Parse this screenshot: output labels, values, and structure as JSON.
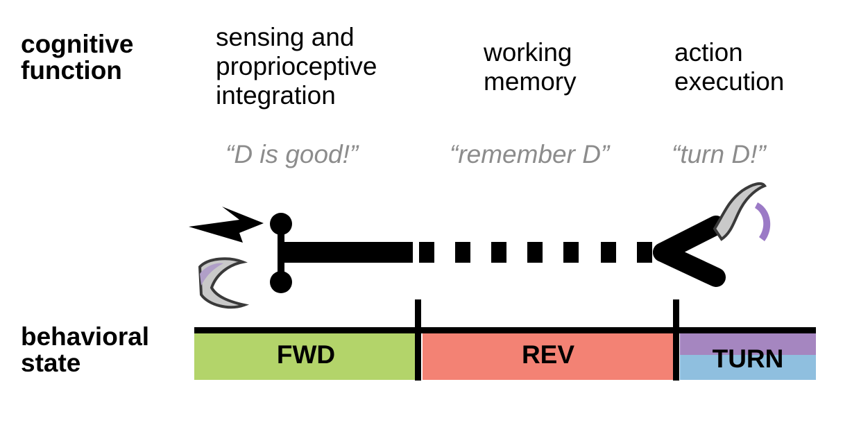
{
  "row_labels": {
    "cognitive_line1": "cognitive",
    "cognitive_line2": "function",
    "behavioral_line1": "behavioral",
    "behavioral_line2": "state"
  },
  "functions": [
    {
      "lines": [
        "sensing and",
        "proprioceptive",
        "integration"
      ],
      "quote": "“D is good!”"
    },
    {
      "lines": [
        "working",
        "memory"
      ],
      "quote": "“remember D”"
    },
    {
      "lines": [
        "action",
        "execution"
      ],
      "quote": "“turn D!”"
    }
  ],
  "states": [
    {
      "label": "FWD",
      "color": "#b3d46a"
    },
    {
      "label": "REV",
      "color": "#f38274"
    },
    {
      "label": "TURN",
      "color_top": "#a586c0",
      "color_bottom": "#8fbfdf"
    }
  ],
  "colors": {
    "quote_gray": "#8c8c8c",
    "line": "#000000",
    "worm_body": "#c9c9c9",
    "worm_outline": "#3a3a3a",
    "turn_arc": "#9b7ac6"
  },
  "icons": [
    "lightning-icon",
    "worm-left-icon",
    "worm-right-icon",
    "turn-arrow-icon"
  ]
}
